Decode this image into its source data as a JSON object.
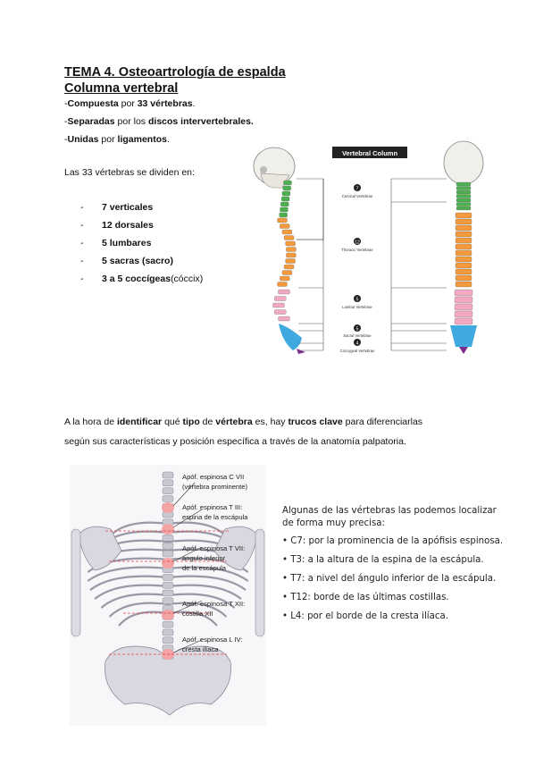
{
  "header": {
    "title": "TEMA 4. Osteoartrología de espalda",
    "subtitle": "Columna vertebral"
  },
  "intro_lines": [
    {
      "prefix": "-",
      "b1": "Compuesta",
      "mid": " por ",
      "b2": "33 vértebras",
      "suffix": "."
    },
    {
      "prefix": "-",
      "b1": "Separadas",
      "mid": " por los ",
      "b2": "discos intervertebrales.",
      "suffix": ""
    },
    {
      "prefix": "-",
      "b1": "Unidas",
      "mid": " por ",
      "b2": "ligamentos",
      "suffix": "."
    }
  ],
  "division_text": "Las 33 vértebras se dividen en:",
  "bullets": [
    {
      "dash": "-",
      "bold": "7 verticales",
      "rest": ""
    },
    {
      "dash": "-",
      "bold": "12 dorsales",
      "rest": ""
    },
    {
      "dash": "-",
      "bold": "5 lumbares",
      "rest": ""
    },
    {
      "dash": "-",
      "bold": "5 sacras (sacro)",
      "rest": ""
    },
    {
      "dash": "-",
      "bold": "3 a 5 coccígeas",
      "rest": " (cóccix)"
    }
  ],
  "paragraph": {
    "l1_a": "A la hora de ",
    "l1_b": "identificar",
    "l1_c": " qué ",
    "l1_d": "tipo",
    "l1_e": " de ",
    "l1_f": "vértebra",
    "l1_g": " es, hay ",
    "l1_h": "trucos clave",
    "l1_i": " para diferenciarlas",
    "l2": "según sus características y posición específica a través de la anatomía palpatoria."
  },
  "spine_figure": {
    "banner": "Vertebral Column",
    "regions": [
      {
        "num": "7",
        "label": "Cervical Vertebrae"
      },
      {
        "num": "12",
        "label": "Thoracic Vertebrae"
      },
      {
        "num": "5",
        "label": "Lumbar Vertebrae"
      },
      {
        "num": "5",
        "label": "Sacral Vertebrae"
      },
      {
        "num": "4",
        "label": "Coccygeal Vertebrae"
      }
    ],
    "colors": {
      "cervical": "#4caf50",
      "thoracic": "#f39a3d",
      "lumbar": "#f2a9c4",
      "sacral": "#3fa9e0",
      "coccyx": "#7b2d8e"
    }
  },
  "back_figure": {
    "labels": [
      {
        "l1": "Apóf. espinosa C VII",
        "l2": "(vértebra prominente)"
      },
      {
        "l1": "Apóf. espinosa T III:",
        "l2": "espina de la escápula"
      },
      {
        "l1": "Apóf. espinosa T VII:",
        "l2": "ángulo inferior",
        "l3": "de la escápula"
      },
      {
        "l1": "Apóf. espinosa T XII:",
        "l2": "costilla XII"
      },
      {
        "l1": "Apóf. espinosa L IV:",
        "l2": "cresta ilíaca"
      }
    ]
  },
  "caption": {
    "intro": "Algunas de las vértebras las podemos localizar de forma muy precisa:",
    "items": [
      "• C7: por la prominencia de la apófisis espinosa.",
      "• T3: a la altura de la espina de la escápula.",
      "• T7: a nivel del ángulo inferior de la escápula.",
      "• T12: borde de las últimas costillas.",
      "• L4: por el borde de la cresta ilíaca."
    ]
  }
}
